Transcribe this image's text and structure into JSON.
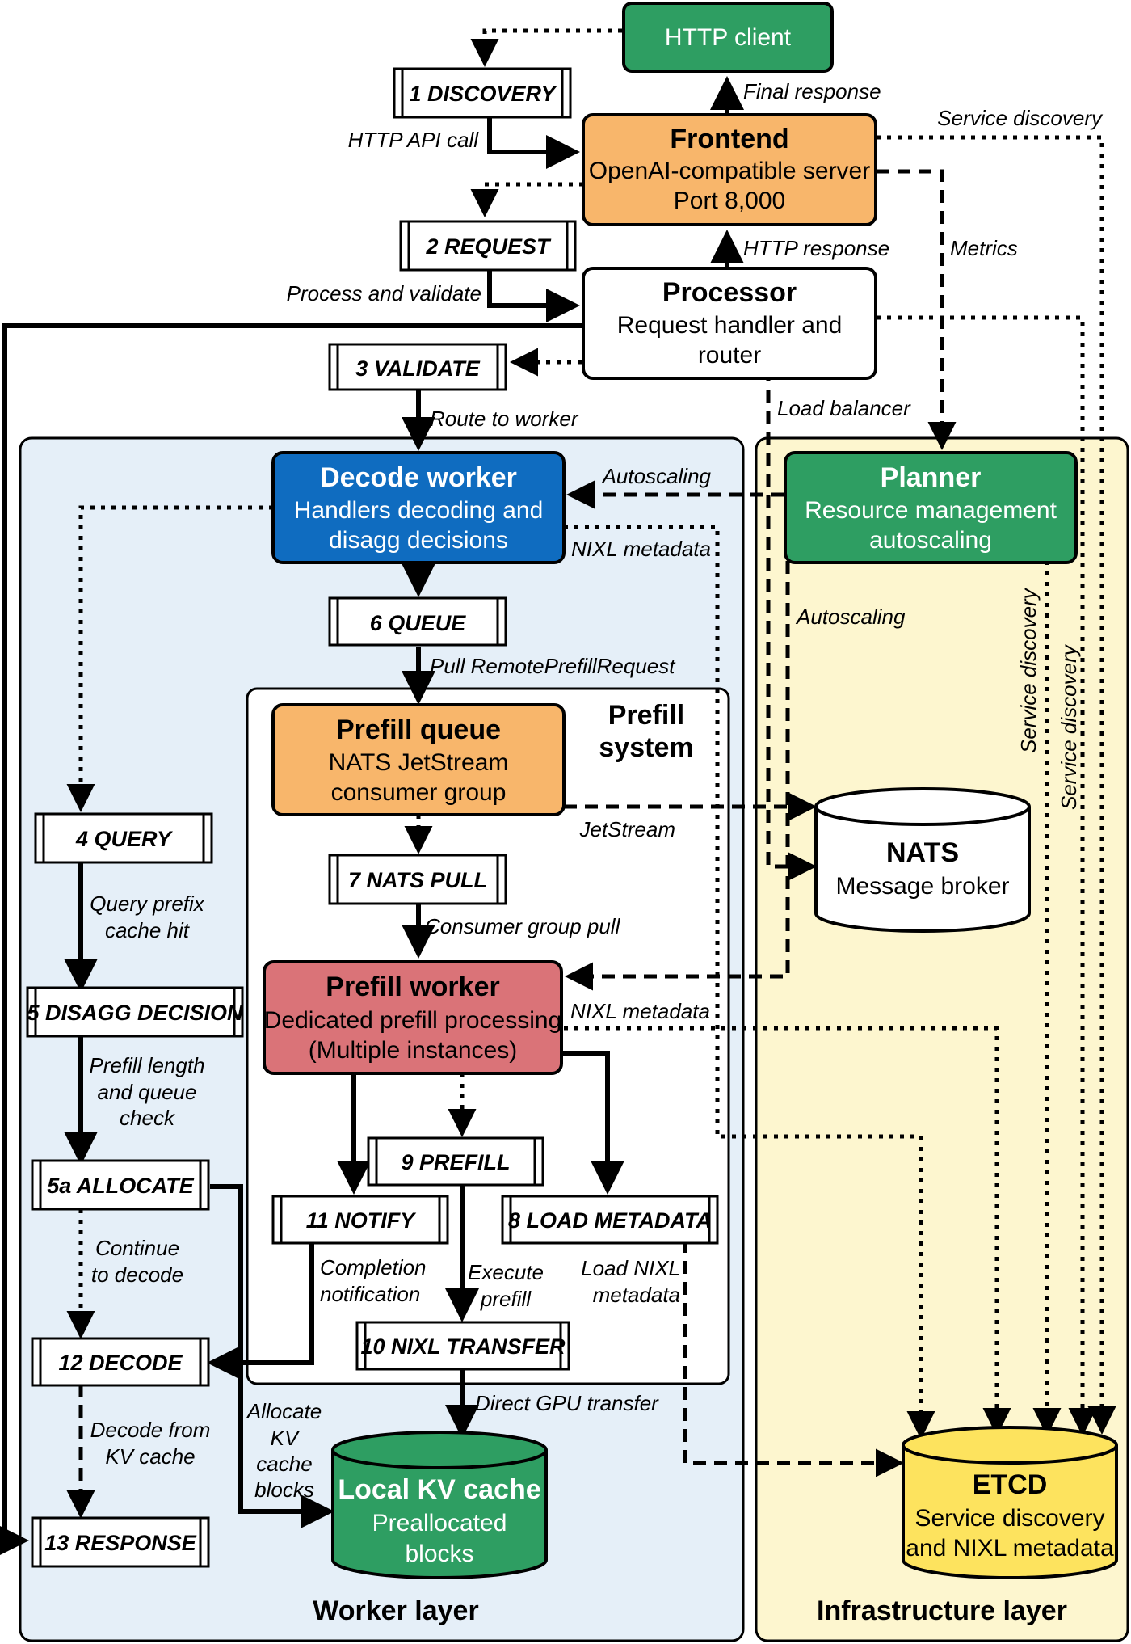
{
  "layers": {
    "worker": "Worker layer",
    "infrastructure": "Infrastructure layer",
    "prefill_system_line1": "Prefill",
    "prefill_system_line2": "system"
  },
  "nodes": {
    "http_client": {
      "title": "HTTP client"
    },
    "frontend": {
      "title": "Frontend",
      "line1": "OpenAI-compatible server",
      "line2": "Port 8,000"
    },
    "processor": {
      "title": "Processor",
      "line1": "Request handler and",
      "line2": "router"
    },
    "decode_worker": {
      "title": "Decode worker",
      "line1": "Handlers decoding and",
      "line2": "disagg decisions"
    },
    "planner": {
      "title": "Planner",
      "line1": "Resource management",
      "line2": "autoscaling"
    },
    "prefill_queue": {
      "title": "Prefill queue",
      "line1": "NATS JetStream",
      "line2": "consumer group"
    },
    "nats": {
      "title": "NATS",
      "line1": "Message broker"
    },
    "prefill_worker": {
      "title": "Prefill worker",
      "line1": "Dedicated prefill processing",
      "line2": "(Multiple instances)"
    },
    "local_kv": {
      "title": "Local KV cache",
      "line1": "Preallocated",
      "line2": "blocks"
    },
    "etcd": {
      "title": "ETCD",
      "line1": "Service discovery",
      "line2": "and NIXL metadata"
    }
  },
  "steps": {
    "s1": "1 DISCOVERY",
    "s2": "2 REQUEST",
    "s3": "3 VALIDATE",
    "s4": "4 QUERY",
    "s5": "5 DISAGG DECISION",
    "s5a": "5a ALLOCATE",
    "s6": "6 QUEUE",
    "s7": "7 NATS PULL",
    "s8": "8 LOAD METADATA",
    "s9": "9 PREFILL",
    "s10": "10 NIXL TRANSFER",
    "s11": "11 NOTIFY",
    "s12": "12 DECODE",
    "s13": "13 RESPONSE"
  },
  "edge_labels": {
    "final_response": "Final response",
    "http_api_call": "HTTP API call",
    "service_discovery_top": "Service discovery",
    "http_response": "HTTP response",
    "metrics": "Metrics",
    "process_validate": "Process and validate",
    "load_balancer": "Load balancer",
    "route_to_worker": "Route to worker",
    "autoscaling_1": "Autoscaling",
    "nixl_metadata_1": "NIXL metadata",
    "autoscaling_2": "Autoscaling",
    "service_discovery_v1": "Service discovery",
    "service_discovery_v2": "Service discovery",
    "pull_remote": "Pull RemotePrefillRequest",
    "jetstream": "JetStream",
    "query_prefix_1": "Query prefix",
    "query_prefix_2": "cache hit",
    "consumer_group_pull": "Consumer group pull",
    "nixl_metadata_2": "NIXL metadata",
    "prefill_length_1": "Prefill length",
    "prefill_length_2": "and queue",
    "prefill_length_3": "check",
    "continue_1": "Continue",
    "continue_2": "to decode",
    "completion_1": "Completion",
    "completion_2": "notification",
    "execute_1": "Execute",
    "execute_2": "prefill",
    "load_nixl_1": "Load NIXL",
    "load_nixl_2": "metadata",
    "direct_gpu": "Direct GPU transfer",
    "allocate_1": "Allocate",
    "allocate_2": "KV",
    "allocate_3": "cache",
    "allocate_4": "blocks",
    "decode_from_1": "Decode from",
    "decode_from_2": "KV cache"
  },
  "colors": {
    "green": "#2e9e62",
    "orange": "#f8b66b",
    "blue": "#0f6cc0",
    "red": "#da7378",
    "yellow": "#fde35e",
    "worker_bg": "#e5eff8",
    "infra_bg": "#fdf6cf"
  }
}
